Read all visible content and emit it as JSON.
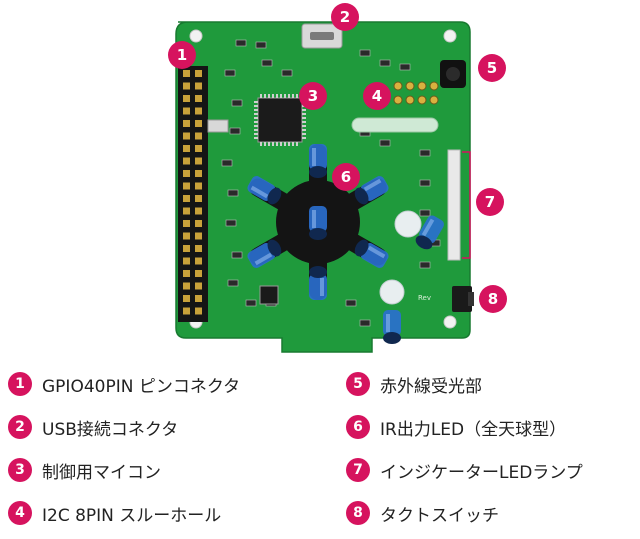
{
  "callouts": [
    {
      "number": "1",
      "label": "GPIO40PIN ピンコネクタ"
    },
    {
      "number": "2",
      "label": "USB接続コネクタ"
    },
    {
      "number": "3",
      "label": "制御用マイコン"
    },
    {
      "number": "4",
      "label": "I2C 8PIN スルーホール"
    },
    {
      "number": "5",
      "label": "赤外線受光部"
    },
    {
      "number": "6",
      "label": "IR出力LED（全天球型）"
    },
    {
      "number": "7",
      "label": "インジケーターLEDランプ"
    },
    {
      "number": "8",
      "label": "タクトスイッチ"
    }
  ],
  "colors": {
    "accent": "#d6135e",
    "board": "#1f9a3c",
    "led_blue": "#2a6fd0"
  },
  "silkscreen_text": "Rev"
}
